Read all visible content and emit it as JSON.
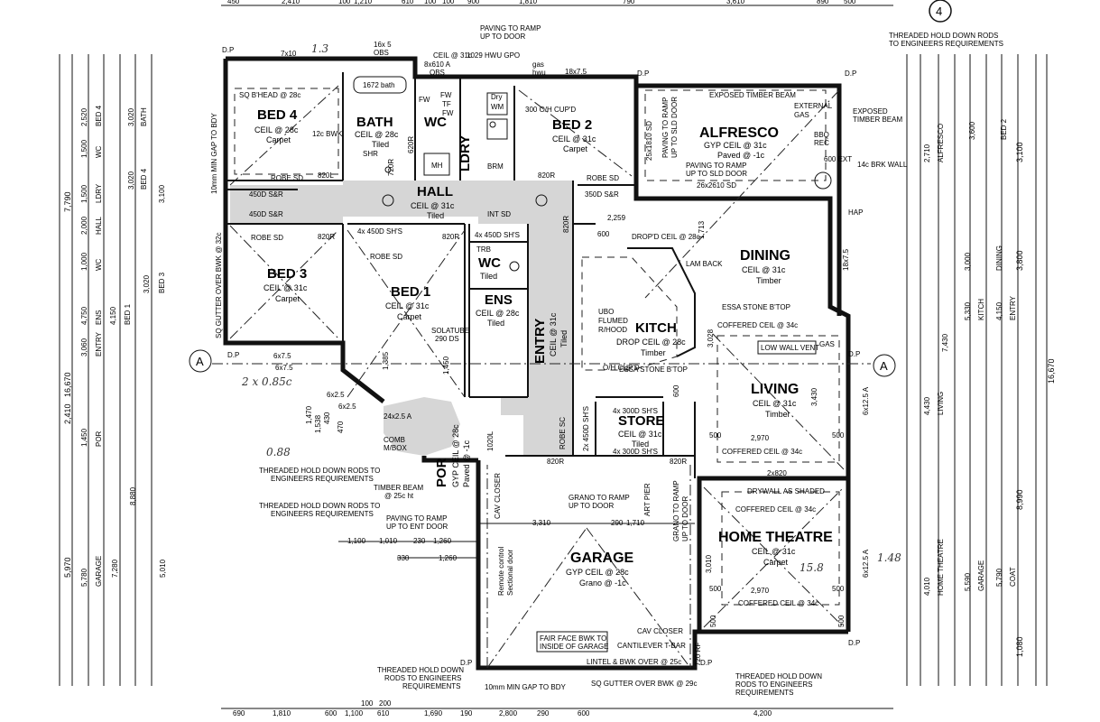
{
  "page_number": "4",
  "rooms": {
    "bed4": {
      "name": "BED 4",
      "ceil": "CEIL @ 28c",
      "floor": "Carpet"
    },
    "bath": {
      "name": "BATH",
      "ceil": "CEIL @ 28c",
      "floor": "Tiled"
    },
    "wc_top": {
      "name": "WC"
    },
    "ldry": {
      "name": "LDRY"
    },
    "bed2": {
      "name": "BED 2",
      "ceil": "CEIL @ 31c",
      "floor": "Carpet"
    },
    "alfresco": {
      "name": "ALFRESCO",
      "ceil": "GYP CEIL @ 31c",
      "floor": "Paved @ -1c"
    },
    "hall": {
      "name": "HALL",
      "ceil": "CEIL @ 31c",
      "floor": "Tiled"
    },
    "bed3": {
      "name": "BED 3",
      "ceil": "CEIL @ 31c",
      "floor": "Carpet"
    },
    "bed1": {
      "name": "BED 1",
      "ceil": "CEIL @ 31c",
      "floor": "Carpet"
    },
    "wc_ens": {
      "name": "WC",
      "floor": "Tiled"
    },
    "ens": {
      "name": "ENS",
      "ceil": "CEIL @ 28c",
      "floor": "Tiled"
    },
    "entry": {
      "name": "ENTRY",
      "ceil": "CEIL @ 31c",
      "floor": "Tiled"
    },
    "kitch": {
      "name": "KITCH",
      "ceil": "DROP CEIL @ 28c",
      "floor": "Timber"
    },
    "dining": {
      "name": "DINING",
      "ceil": "CEIL @ 31c",
      "floor": "Timber"
    },
    "living": {
      "name": "LIVING",
      "ceil": "CEIL @ 31c",
      "floor": "Timber"
    },
    "store": {
      "name": "STORE",
      "ceil": "CEIL @ 31c",
      "floor": "Tiled"
    },
    "por": {
      "name": "POR",
      "ceil": "GYP CEIL @ 28c",
      "floor": "Paved @ -1c"
    },
    "garage": {
      "name": "GARAGE",
      "ceil": "GYP CEIL @ 28c",
      "floor": "Grano @ -1c"
    },
    "theatre": {
      "name": "HOME THEATRE",
      "ceil": "CEIL @ 31c",
      "floor": "Carpet"
    }
  },
  "notes": {
    "hold_down_top": "THREADED HOLD DOWN RODS",
    "hold_down_top2": "TO ENGINEERS REQUIREMENTS",
    "exposed_beam_1": "EXPOSED TIMBER BEAM",
    "exposed_beam_2": "EXPOSED",
    "exposed_beam_3": "TIMBER BEAM",
    "external_gas_1": "EXTERNAL",
    "external_gas_2": "GAS",
    "bbq_rec": "BBQ",
    "bbq_rec2": "REC",
    "ext_600": "600 EXT",
    "brk_wall": "14c BRK WALL",
    "hap": "HAP",
    "paving_ramp_door_1": "PAVING TO RAMP",
    "paving_ramp_door_2": "UP TO DOOR",
    "hwu": "1029 HWU GPO",
    "gas_hwu": "gas",
    "gas_hwu2": "hwu",
    "obs1": "16x 5",
    "obs1b": "OBS",
    "obs2": "8x610 A",
    "obs2b": "OBS",
    "ceil_31": "CEIL @ 31c",
    "bath_1672": "1672 bath",
    "sq_bhead": "SQ B'HEAD @ 28c",
    "bwk12": "12c BWK",
    "shr": "SHR",
    "fw1": "FW",
    "fw2": "FW",
    "tf": "TF",
    "fw3": "FW",
    "dry": "Dry",
    "wm": "WM",
    "brm": "BRM",
    "mh": "MH",
    "cupd_300": "300 O/H CUP'D",
    "robe_sd_1": "ROBE SD",
    "robe_sd_2": "ROBE SD",
    "robe_sd_3": "ROBE SD",
    "robe_sd_4": "ROBE SD",
    "robe_sc": "ROBE SC",
    "sr_450_1": "450D S&R",
    "sr_450_2": "450D S&R",
    "sr_350": "350D S&R",
    "int_sd": "INT SD",
    "shs_1": "4x 450D SH'S",
    "shs_2": "4x 450D SH'S",
    "shs_3": "4x 300D SH'S",
    "shs_4": "4x 300D SH'S",
    "shs_5": "2x 450D SH'S",
    "trb": "TRB",
    "solatube": "SOLATUBE",
    "solatube2": "290 DS",
    "dropd_ceil": "DROP'D CEIL @ 28c",
    "lam_back": "LAM BACK",
    "essa_btop": "ESSA STONE B'TOP",
    "essa_btop2": "ESSA STONE B'TOP",
    "ubo_1": "UBO",
    "ubo_2": "FLUMED",
    "ubo_3": "R/HOOD",
    "cupd_oh": "O/H CUP'D",
    "coffered_1": "COFFERED CEIL @ 34c",
    "coffered_2": "COFFERED CEIL @ 34c",
    "coffered_3": "COFFERED CEIL @ 34c",
    "coffered_4": "COFFERED CEIL @ 34c",
    "low_wall_vent": "LOW WALL VENT",
    "gas": "GAS",
    "drywall": "DRYWALL AS SHADED",
    "comb_box": "COMB",
    "comb_box2": "M/BOX",
    "hold_down_l1": "THREADED HOLD DOWN RODS TO",
    "hold_down_l1b": "ENGINEERS REQUIREMENTS",
    "hold_down_l2": "THREADED HOLD DOWN RODS TO",
    "hold_down_l2b": "ENGINEERS REQUIREMENTS",
    "timber_beam": "TIMBER BEAM",
    "timber_beam2": "@ 25c ht",
    "paving_ent_1": "PAVING TO RAMP",
    "paving_ent_2": "UP TO ENT DOOR",
    "cav_closer_1": "CAV CLOSER",
    "cav_closer_2": "CAV CLOSER",
    "grano_ramp_1": "GRANO TO RAMP",
    "grano_ramp_2": "UP TO DOOR",
    "grano_ramp_v": "GRANO TO RAMP",
    "grano_ramp_v2": "UP TO DOOR",
    "art_pier": "ART PIER",
    "remote_door": "Remote control",
    "remote_door2": "Sectional door",
    "fair_face_1": "FAIR FACE BWK TO",
    "fair_face_2": "INSIDE OF GARAGE",
    "cantilever": "CANTILEVER T-BAR",
    "lintel": "LINTEL & BWK OVER @ 25c",
    "hold_down_b1": "THREADED HOLD DOWN",
    "hold_down_b2": "RODS TO ENGINEERS",
    "hold_down_b3": "REQUIREMENTS",
    "hold_down_br1": "THREADED HOLD DOWN",
    "hold_down_br2": "RODS TO ENGINEERS",
    "hold_down_br3": "REQUIREMENTS",
    "gap_bdy": "10mm MIN GAP TO BDY",
    "gutter_bwk": "SQ GUTTER OVER BWK @ 29c",
    "gutter_left": "SQ GUTTER OVER BWK @ 32c",
    "gap_left": "10mm MIN GAP TO BDY",
    "paving_sld_1": "PAVING TO RAMP",
    "paving_sld_2": "UP TO SLD DOOR",
    "paving_sld_3": "PAVING TO RAMP",
    "paving_sld_4": "UP TO SLD DOOR",
    "sld_dim": "25x1810 SD",
    "sld_dim2": "26x2610 SD",
    "dp": "D.P",
    "section_a": "A",
    "window_7x10": "7x10",
    "window_18x75": "18x7.5",
    "window_18x75b": "18x7.5",
    "window_6x75a": "6x7.5",
    "window_6x75b": "6x7.5",
    "window_6x25a": "6x2.5",
    "window_6x25b": "6x2.5",
    "window_24x25": "24x2.5 A",
    "window_2x820": "2x820",
    "window_6x125a": "6x12.5 A",
    "window_6x125b": "6x12.5 A",
    "door_820": "820R",
    "door_820l": "820L",
    "door_720": "720R",
    "door_620": "620R",
    "door_1020": "1020L",
    "door_720r": "720 RF"
  },
  "handwritten": {
    "h1": "1.3",
    "h2": "2 x 0.85c",
    "h3": "0.88",
    "h4": "1.48",
    "h5": "15.8"
  },
  "dims_top": [
    "450",
    "2,410",
    "1,210",
    "900",
    "1,810",
    "790",
    "3,610",
    "890",
    "500"
  ],
  "dims_top_small": [
    "100",
    "610",
    "100",
    "100"
  ],
  "dims_bottom": [
    "690",
    "1,810",
    "600",
    "1,100",
    "610",
    "1,690",
    "190",
    "2,800",
    "290",
    "600",
    "4,200"
  ],
  "dims_bottom_small": [
    "100",
    "200"
  ],
  "dims_left_totals": [
    "7,790",
    "16,670",
    "2,410",
    "5,970"
  ],
  "dims_left_rooms": [
    "2,520",
    "BED 4",
    "1,500",
    "WC",
    "1,500",
    "LDRY",
    "2,000",
    "HALL",
    "1,000",
    "WC",
    "4,750",
    "ENS",
    "4,150",
    "BED 1",
    "3,060",
    "ENTRY",
    "1,450",
    "POR",
    "5,780",
    "GARAGE",
    "8,880",
    "7,280",
    "5,010"
  ],
  "dims_left_inner": [
    "3,020",
    "BATH",
    "3,020",
    "BED 4",
    "3,020",
    "BED 3",
    "3,100"
  ],
  "dims_right_totals": [
    "16,670",
    "3,100",
    "3,800",
    "8,990",
    "1,080"
  ],
  "dims_right_rooms": [
    "2,710",
    "ALFRESCO",
    "3,600",
    "BED 2",
    "3,000",
    "DINING",
    "4,430",
    "LIVING",
    "7,430",
    "5,330",
    "KITCH",
    "4,150",
    "ENTRY",
    "4,010",
    "HOME THEATRE",
    "5,590",
    "GARAGE",
    "5,790",
    "COAT"
  ],
  "dims_interior": [
    "2,259",
    "1,713",
    "3,028",
    "3,430",
    "2,970",
    "2,970",
    "3,010",
    "3,310",
    "1,710",
    "1,100",
    "1,010",
    "230",
    "1,260",
    "330",
    "1,260",
    "290",
    "1,385",
    "1,450",
    "600",
    "600",
    "500",
    "500",
    "500",
    "500",
    "500",
    "500",
    "1,538",
    "1,470",
    "430",
    "470"
  ]
}
